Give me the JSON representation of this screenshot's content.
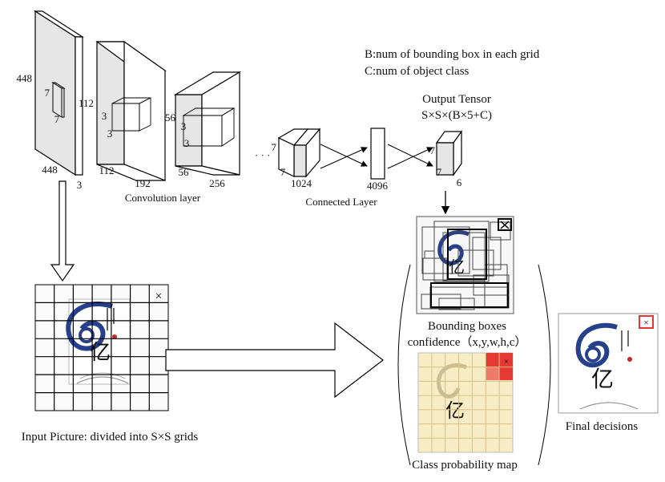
{
  "network": {
    "input_dim_h": "448",
    "input_dim_w": "448",
    "input_channels": "3",
    "input_kernel_a": "7",
    "input_kernel_b": "7",
    "conv1_dim_h": "112",
    "conv1_dim_w": "112",
    "conv1_channels": "192",
    "conv1_kernel_a": "3",
    "conv1_kernel_b": "3",
    "conv2_dim_h": "56",
    "conv2_dim_w": "56",
    "conv2_channels": "256",
    "conv2_kernel_a": "3",
    "conv2_kernel_b": "3",
    "ellipsis": "· · ·",
    "fc1_dim_a": "7",
    "fc1_dim_b": "7",
    "fc1_channels": "1024",
    "fc2_units": "4096",
    "out_dim_a": "7",
    "out_dim_b": "7",
    "out_channels": "6",
    "conv_label": "Convolution layer",
    "fc_label": "Connected Layer"
  },
  "legend": {
    "b_def": "B:num of bounding box in each grid",
    "c_def": "C:num of object class",
    "tensor_title": "Output Tensor",
    "tensor_formula": "S×S×(B×5+C)"
  },
  "labels": {
    "input_caption": "Input Picture: divided into S×S grids",
    "bbox_caption_1": "Bounding boxes",
    "bbox_caption_2": "confidence（x,y,w,h,c）",
    "class_caption": "Class probability map",
    "final_caption": "Final decisions",
    "image_glyph": "亿",
    "close_mark": "×"
  },
  "colors": {
    "highlight_red": "#e53935",
    "prob_map_bg": "#f7ecc4",
    "layer_face": "#e6e6e6"
  }
}
